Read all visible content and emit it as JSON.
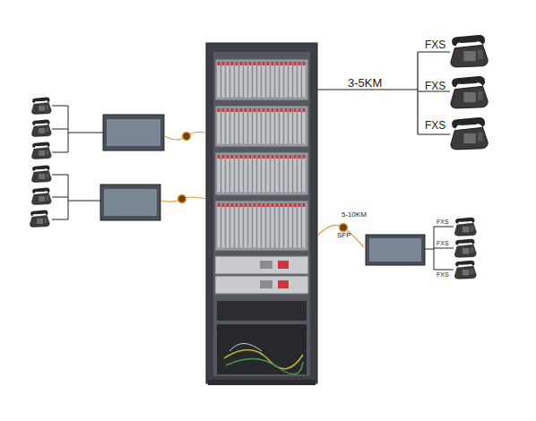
{
  "diagram": {
    "labels": [
      "3-5KM",
      "FXS",
      "FXS",
      "FXS",
      "5-10KM",
      "SFP",
      "FXS",
      "FXS",
      "FXS"
    ]
  }
}
